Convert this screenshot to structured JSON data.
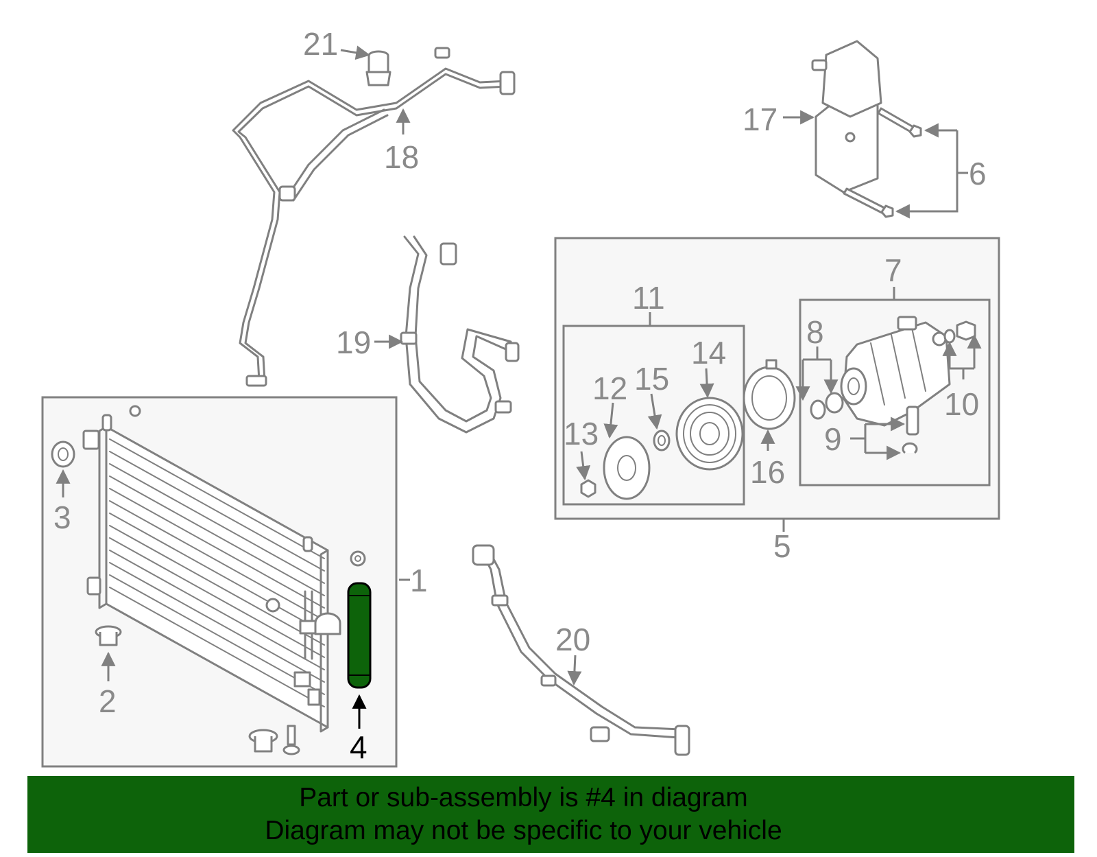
{
  "highlight_color": "#0d630a",
  "highlighted_part": "4",
  "callouts": {
    "c1": "1",
    "c2": "2",
    "c3": "3",
    "c4": "4",
    "c5": "5",
    "c6": "6",
    "c7": "7",
    "c8": "8",
    "c9": "9",
    "c10": "10",
    "c11": "11",
    "c12": "12",
    "c13": "13",
    "c14": "14",
    "c15": "15",
    "c16": "16",
    "c17": "17",
    "c18": "18",
    "c19": "19",
    "c20": "20",
    "c21": "21"
  },
  "banner": {
    "line1": "Part or sub-assembly is #4 in diagram",
    "line2": "Diagram may not be specific to your vehicle"
  }
}
